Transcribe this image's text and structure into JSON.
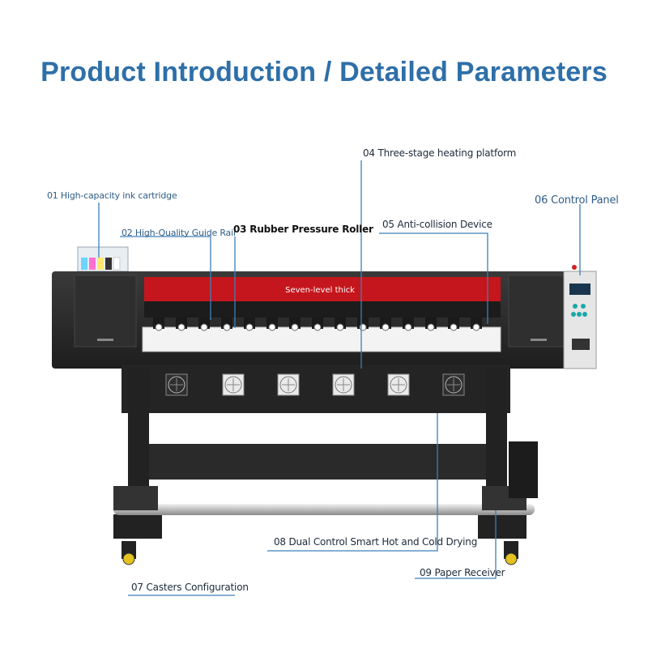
{
  "title": "Product Introduction / Detailed Parameters",
  "banner_text": "Seven-level thick",
  "callouts": {
    "c01": "01 High-capacity ink cartridge",
    "c02": "02 High-Quality Guide Rail",
    "c03": "03 Rubber Pressure Roller",
    "c04": "04 Three-stage heating platform",
    "c05": "05 Anti-collision Device",
    "c06": "06 Control Panel",
    "c07": "07 Casters Configuration",
    "c08": "08 Dual Control Smart Hot and Cold Drying",
    "c09": "09 Paper Receiver"
  },
  "colors": {
    "accent": "#2e6fa8",
    "printer_body": "#2b2b2b",
    "banner_red": "#c4161c",
    "leader_line": "#3d7fb8"
  }
}
